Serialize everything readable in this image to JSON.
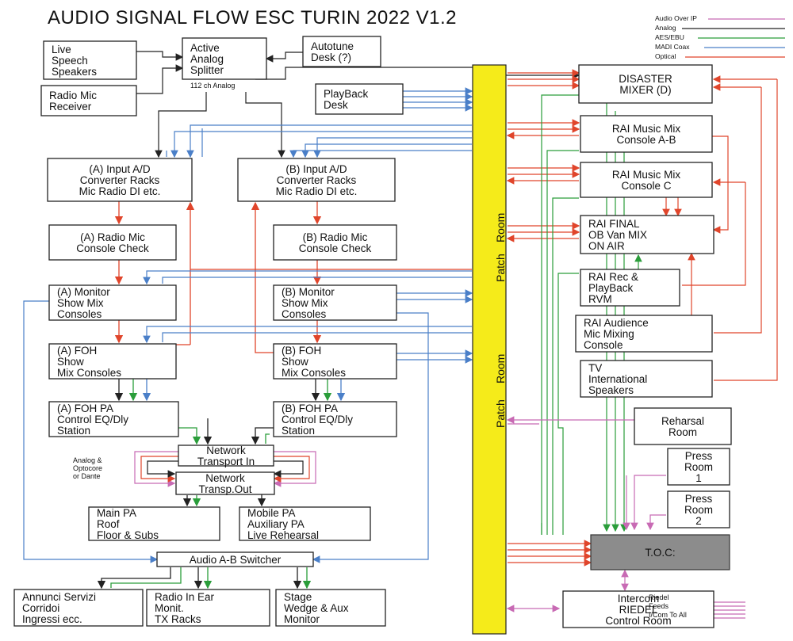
{
  "title": "AUDIO SIGNAL FLOW ESC TURIN 2022 V1.2",
  "legend": [
    {
      "label": "Audio Over IP",
      "color": "#c86ab4"
    },
    {
      "label": "Analog",
      "color": "#222222"
    },
    {
      "label": "AES/EBU",
      "color": "#2a9d3a"
    },
    {
      "label": "MADI Coax",
      "color": "#4a7fc8"
    },
    {
      "label": "Optical",
      "color": "#e0452b"
    }
  ],
  "nodes": {
    "live_speech": [
      "Live",
      "Speech",
      "Speakers"
    ],
    "radio_mic_receiver": [
      "Radio Mic",
      "Receiver"
    ],
    "splitter": [
      "Active",
      "Analog",
      "Splitter"
    ],
    "splitter_note": "112 ch Analog",
    "autotune": [
      "Autotune",
      "Desk (?)"
    ],
    "playback_desk": [
      "PlayBack",
      "Desk"
    ],
    "a_input": [
      "(A) Input  A/D",
      "Converter Racks",
      "Mic Radio DI etc."
    ],
    "b_input": [
      "(B) Input  A/D",
      "Converter Racks",
      "Mic Radio DI etc."
    ],
    "a_radio_check": [
      "(A) Radio Mic",
      "Console Check"
    ],
    "b_radio_check": [
      "(B) Radio Mic",
      "Console Check"
    ],
    "a_monitor": [
      "(A) Monitor",
      "Show Mix",
      "Consoles"
    ],
    "b_monitor": [
      "(B) Monitor",
      "Show Mix",
      "Consoles"
    ],
    "a_foh": [
      "(A) FOH",
      "Show",
      "Mix Consoles"
    ],
    "b_foh": [
      "(B) FOH",
      "Show",
      "Mix Consoles"
    ],
    "a_foh_pa": [
      "(A) FOH PA",
      "Control EQ/Dly",
      "Station"
    ],
    "b_foh_pa": [
      "(B) FOH PA",
      "Control EQ/Dly",
      "Station"
    ],
    "net_in": [
      "Network",
      "Transport In"
    ],
    "net_out": [
      "Network",
      "Transp.Out"
    ],
    "net_note": [
      "Analog &",
      "Optocore",
      "or Dante"
    ],
    "main_pa": [
      "Main PA",
      "Roof",
      "Floor & Subs"
    ],
    "mobile_pa": [
      "Mobile PA",
      "Auxiliary PA",
      "Live Rehearsal"
    ],
    "ab_switcher": [
      "Audio A-B Switcher"
    ],
    "annunci": [
      "Annunci Servizi",
      "Corridoi",
      "Ingressi ecc."
    ],
    "radio_in_ear": [
      "Radio In Ear",
      "Monit.",
      "TX Racks"
    ],
    "stage_wedge": [
      "Stage",
      "Wedge & Aux",
      "Monitor"
    ],
    "disaster": [
      "DISASTER",
      "MIXER (D)"
    ],
    "rai_music_ab": [
      "RAI Music Mix",
      "Console A-B"
    ],
    "rai_music_c": [
      "RAI Music Mix",
      "Console C"
    ],
    "rai_final": [
      "RAI FINAL",
      "OB Van MIX",
      "ON AIR"
    ],
    "rai_rec": [
      "RAI Rec &",
      "PlayBack",
      "RVM"
    ],
    "rai_audience": [
      "RAI Audience",
      "Mic Mixing",
      "Console"
    ],
    "tv_intl": [
      "TV",
      "International",
      "Speakers"
    ],
    "rehearsal": [
      "Reharsal",
      "Room"
    ],
    "press1": [
      "Press",
      "Room",
      "1"
    ],
    "press2": [
      "Press",
      "Room",
      "2"
    ],
    "toc": [
      "T.O.C:"
    ],
    "intercom": [
      "Intercom",
      "RIEDEL",
      "Control Room"
    ],
    "riedel_feeds": [
      "Riedel",
      "Feeds",
      "I/Com To All"
    ]
  },
  "patch_labels": [
    "Patch",
    "Room",
    "Patch",
    "Room"
  ]
}
